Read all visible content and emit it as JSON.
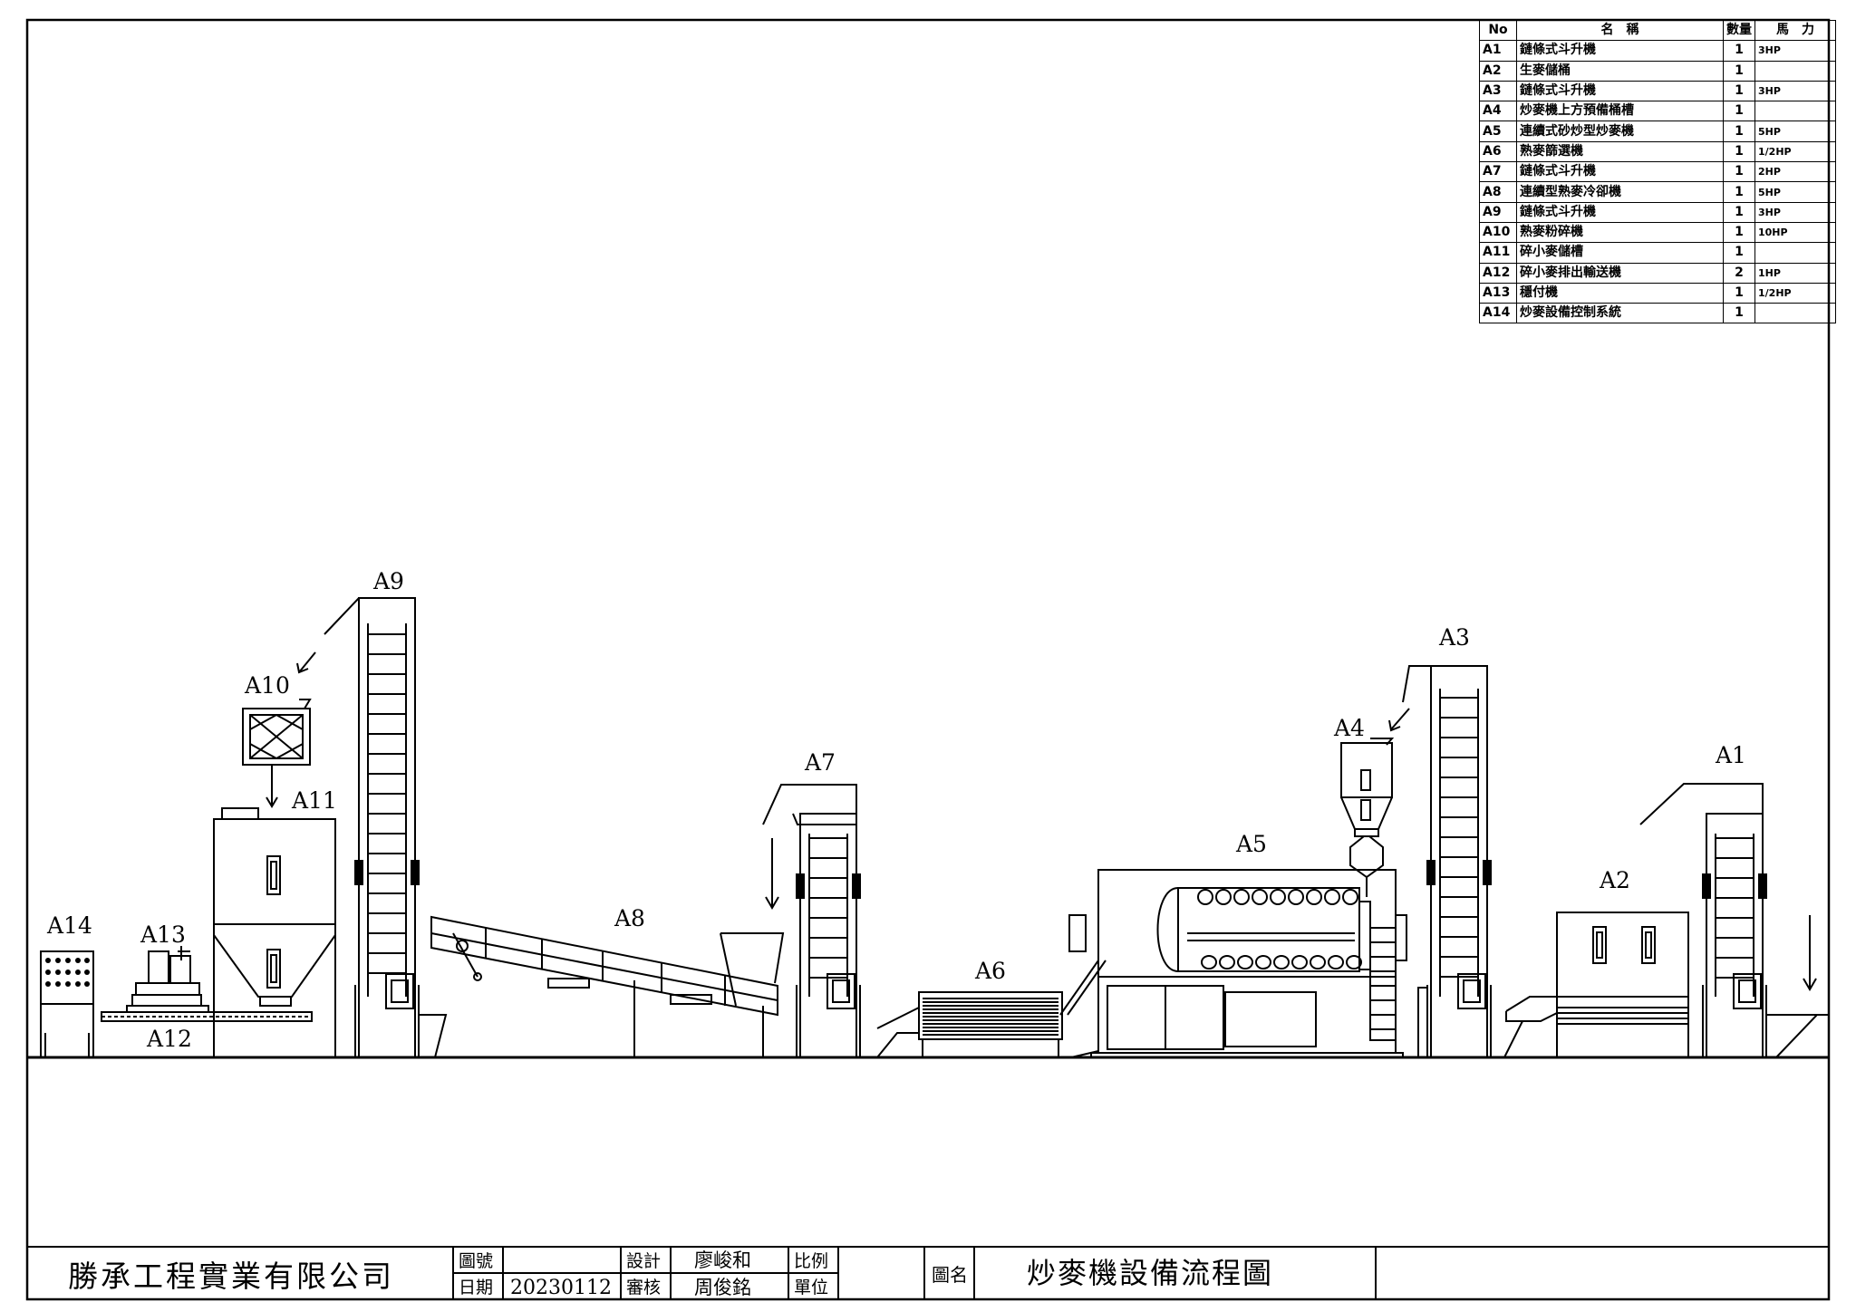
{
  "bom": {
    "headers": {
      "no": "No",
      "name": "名　稱",
      "qty": "數量",
      "hp": "馬　力"
    },
    "rows": [
      {
        "no": "A1",
        "name": "鏈條式斗升機",
        "qty": "1",
        "hp": "3HP"
      },
      {
        "no": "A2",
        "name": "生麥儲桶",
        "qty": "1",
        "hp": ""
      },
      {
        "no": "A3",
        "name": "鏈條式斗升機",
        "qty": "1",
        "hp": "3HP"
      },
      {
        "no": "A4",
        "name": "炒麥機上方預備桶槽",
        "qty": "1",
        "hp": ""
      },
      {
        "no": "A5",
        "name": "連續式砂炒型炒麥機",
        "qty": "1",
        "hp": "5HP"
      },
      {
        "no": "A6",
        "name": "熟麥篩選機",
        "qty": "1",
        "hp": "1/2HP"
      },
      {
        "no": "A7",
        "name": "鏈條式斗升機",
        "qty": "1",
        "hp": "2HP"
      },
      {
        "no": "A8",
        "name": "連續型熟麥冷卻機",
        "qty": "1",
        "hp": "5HP"
      },
      {
        "no": "A9",
        "name": "鏈條式斗升機",
        "qty": "1",
        "hp": "3HP"
      },
      {
        "no": "A10",
        "name": "熟麥粉碎機",
        "qty": "1",
        "hp": "10HP"
      },
      {
        "no": "A11",
        "name": "碎小麥儲槽",
        "qty": "1",
        "hp": ""
      },
      {
        "no": "A12",
        "name": "碎小麥排出輸送機",
        "qty": "2",
        "hp": "1HP"
      },
      {
        "no": "A13",
        "name": "穩付機",
        "qty": "1",
        "hp": "1/2HP"
      },
      {
        "no": "A14",
        "name": "炒麥設備控制系統",
        "qty": "1",
        "hp": ""
      }
    ]
  },
  "labels": {
    "A1": "A1",
    "A2": "A2",
    "A3": "A3",
    "A4": "A4",
    "A5": "A5",
    "A6": "A6",
    "A7": "A7",
    "A8": "A8",
    "A9": "A9",
    "A10": "A10",
    "A11": "A11",
    "A12": "A12",
    "A13": "A13",
    "A14": "A14"
  },
  "title_block": {
    "company": "勝承工程實業有限公司",
    "drawing_no_label": "圖號",
    "drawing_no": "",
    "date_label": "日期",
    "date": "20230112",
    "design_label": "設計",
    "designer": "廖峻和",
    "review_label": "審核",
    "reviewer": "周俊銘",
    "scale_label": "比例",
    "scale": "",
    "unit_label": "單位",
    "unit": "",
    "title_label": "圖名",
    "title": "炒麥機設備流程圖"
  }
}
